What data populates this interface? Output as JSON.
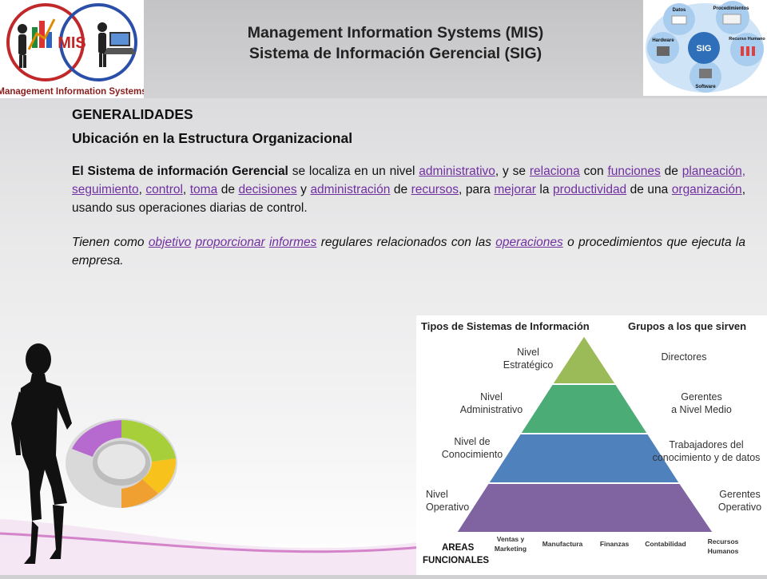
{
  "header": {
    "title_line1": "Management Information Systems (MIS)",
    "title_line2": "Sistema de Información Gerencial (SIG)",
    "logo_left": {
      "mark": "MIS",
      "caption": "Management Information Systems"
    },
    "logo_right": {
      "center": "SIG",
      "nodes": [
        "Datos",
        "Procedimientos",
        "Hardware",
        "Recurso Humano",
        "Software"
      ]
    }
  },
  "content": {
    "heading1": "GENERALIDADES",
    "heading2": "Ubicación en la Estructura Organizacional",
    "para1": [
      {
        "t": "El Sistema de información Gerencial",
        "b": true
      },
      {
        "t": " se localiza en un nivel "
      },
      {
        "t": "administrativo",
        "l": true
      },
      {
        "t": ", y se "
      },
      {
        "t": "relaciona",
        "l": true
      },
      {
        "t": " con "
      },
      {
        "t": "funciones",
        "l": true
      },
      {
        "t": " de "
      },
      {
        "t": "planeación,",
        "l": true
      },
      {
        "t": " "
      },
      {
        "t": "seguimiento",
        "l": true
      },
      {
        "t": ", "
      },
      {
        "t": "control",
        "l": true
      },
      {
        "t": ", "
      },
      {
        "t": "toma",
        "l": true
      },
      {
        "t": " de "
      },
      {
        "t": "decisiones",
        "l": true
      },
      {
        "t": " y "
      },
      {
        "t": "administración",
        "l": true
      },
      {
        "t": " de "
      },
      {
        "t": "recursos",
        "l": true
      },
      {
        "t": ", para "
      },
      {
        "t": "mejorar",
        "l": true
      },
      {
        "t": " la "
      },
      {
        "t": "productividad",
        "l": true
      },
      {
        "t": " de una "
      },
      {
        "t": "organización",
        "l": true
      },
      {
        "t": ", usando sus operaciones diarias de control."
      }
    ],
    "para2": [
      {
        "t": "Tienen como "
      },
      {
        "t": "objetivo",
        "l": true
      },
      {
        "t": " "
      },
      {
        "t": "proporcionar",
        "l": true
      },
      {
        "t": " "
      },
      {
        "t": "informes",
        "l": true
      },
      {
        "t": " regulares relacionados con las "
      },
      {
        "t": "operaciones",
        "l": true
      },
      {
        "t": " o procedimientos que ejecuta la empresa."
      }
    ]
  },
  "pyramid": {
    "left_header": "Tipos de Sistemas de Información",
    "right_header": "Grupos a los que sirven",
    "levels": [
      {
        "left": [
          "Nivel",
          "Estratégico"
        ],
        "right": [
          "Directores"
        ],
        "color": "#9bbb59"
      },
      {
        "left": [
          "Nivel",
          "Administrativo"
        ],
        "right": [
          "Gerentes",
          "a Nivel Medio"
        ],
        "color": "#4bac76"
      },
      {
        "left": [
          "Nivel de",
          "Conocimiento"
        ],
        "right": [
          "Trabajadores del",
          "conocimiento y de datos"
        ],
        "color": "#4f81bd"
      },
      {
        "left": [
          "Nivel",
          "Operativo"
        ],
        "right": [
          "Gerentes",
          "Operativo"
        ],
        "color": "#8064a2"
      }
    ],
    "footer_label": [
      "AREAS",
      "FUNCIONALES"
    ],
    "areas": [
      [
        "Ventas y",
        "Marketing"
      ],
      [
        "Manufactura"
      ],
      [
        "Finanzas"
      ],
      [
        "Contabilidad"
      ],
      [
        "Recursos",
        "Humanos"
      ]
    ]
  }
}
